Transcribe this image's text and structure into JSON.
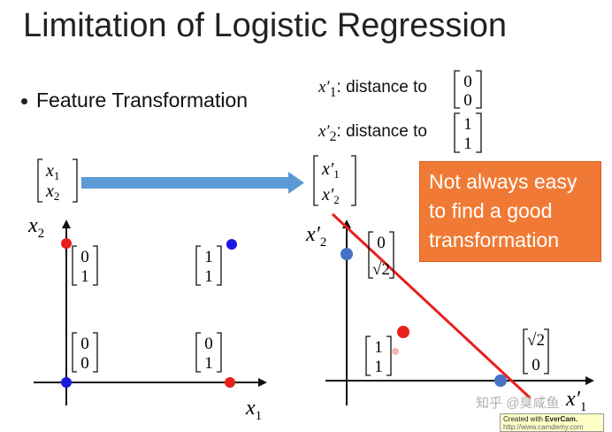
{
  "slide": {
    "title": "Limitation of Logistic Regression",
    "bullet": "Feature Transformation",
    "definitions": [
      {
        "var": "x′",
        "sub": "1",
        "text": ": distance to",
        "vec": [
          "0",
          "0"
        ]
      },
      {
        "var": "x′",
        "sub": "2",
        "text": ": distance to",
        "vec": [
          "1",
          "1"
        ]
      }
    ],
    "transform": {
      "input_vec": [
        {
          "v": "x",
          "s": "1"
        },
        {
          "v": "x",
          "s": "2"
        }
      ],
      "output_vec": [
        {
          "v": "x′",
          "s": "1"
        },
        {
          "v": "x′",
          "s": "2"
        }
      ]
    },
    "callout_lines": [
      "Not always easy",
      "to find a good",
      "transformation"
    ],
    "colors": {
      "accent": "#f07a35",
      "arrow": "#5b9bd5",
      "red": "#e8201c",
      "blue": "#1a18e0",
      "steel": "#4472c4",
      "line": "#e8201c"
    },
    "watermark": "知乎 @臭咸鱼",
    "evercam": {
      "line1": "Created with",
      "brand": "EverCam.",
      "line2": "http://www.camdemy.com"
    }
  },
  "chart_data": [
    {
      "type": "scatter",
      "xlabel": {
        "v": "x",
        "s": "1"
      },
      "ylabel": {
        "v": "x",
        "s": "2"
      },
      "points": [
        {
          "x": 0,
          "y": 0,
          "label": [
            "0",
            "0"
          ],
          "color": "blue"
        },
        {
          "x": 1,
          "y": 1,
          "label": [
            "1",
            "1"
          ],
          "color": "blue"
        },
        {
          "x": 0,
          "y": 1,
          "label": [
            "0",
            "1"
          ],
          "color": "red"
        },
        {
          "x": 1,
          "y": 0,
          "label": [
            "0",
            "1"
          ],
          "color": "red"
        }
      ],
      "xlim": [
        0,
        1.15
      ],
      "ylim": [
        0,
        1.15
      ]
    },
    {
      "type": "scatter",
      "xlabel": {
        "v": "x′",
        "s": "1"
      },
      "ylabel": {
        "v": "x′",
        "s": "2"
      },
      "points": [
        {
          "x": 0,
          "y": 1.414,
          "label": [
            "0",
            "√2"
          ],
          "color": "steel"
        },
        {
          "x": 1.414,
          "y": 0,
          "label": [
            "√2",
            "0"
          ],
          "color": "steel"
        },
        {
          "x": 1,
          "y": 1,
          "label": [
            "1",
            "1"
          ],
          "color": "red"
        }
      ],
      "decision_line": [
        [
          0,
          1.55
        ],
        [
          1.72,
          0
        ]
      ],
      "xlim": [
        0,
        1.9
      ],
      "ylim": [
        0,
        1.9
      ]
    }
  ]
}
